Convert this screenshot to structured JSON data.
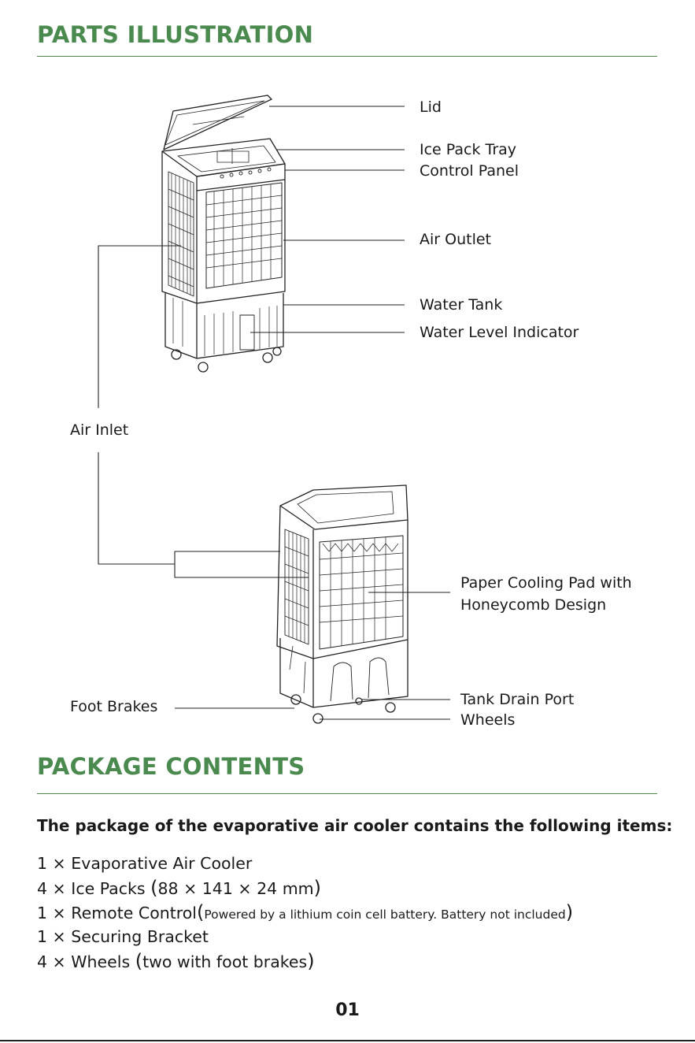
{
  "sections": {
    "parts_title": "PARTS ILLUSTRATION",
    "package_title": "PACKAGE CONTENTS"
  },
  "parts_labels": {
    "lid": "Lid",
    "ice_pack_tray": "Ice Pack Tray",
    "control_panel": "Control Panel",
    "air_outlet": "Air Outlet",
    "water_tank": "Water Tank",
    "water_level_indicator": "Water Level Indicator",
    "air_inlet": "Air Inlet",
    "paper_pad_line1": "Paper Cooling Pad with",
    "paper_pad_line2": "Honeycomb Design",
    "foot_brakes": "Foot Brakes",
    "tank_drain_port": "Tank Drain Port",
    "wheels": "Wheels"
  },
  "package": {
    "intro": "The package of the evaporative air cooler contains the following items:",
    "items": [
      {
        "qty": "1 ×",
        "name": "Evaporative Air Cooler",
        "detail": ""
      },
      {
        "qty": "4 ×",
        "name": "Ice Packs",
        "detail": "88 × 141 × 24 mm"
      },
      {
        "qty": "1 ×",
        "name": "Remote Control",
        "detail": "Powered by a lithium coin cell battery. Battery not included"
      },
      {
        "qty": "1 ×",
        "name": "Securing Bracket",
        "detail": ""
      },
      {
        "qty": "4 ×",
        "name": "Wheels",
        "detail": "two with foot brakes"
      }
    ]
  },
  "page_number": "01",
  "colors": {
    "heading": "#4a8a4e",
    "text": "#1a1a1a",
    "line": "#222222"
  }
}
